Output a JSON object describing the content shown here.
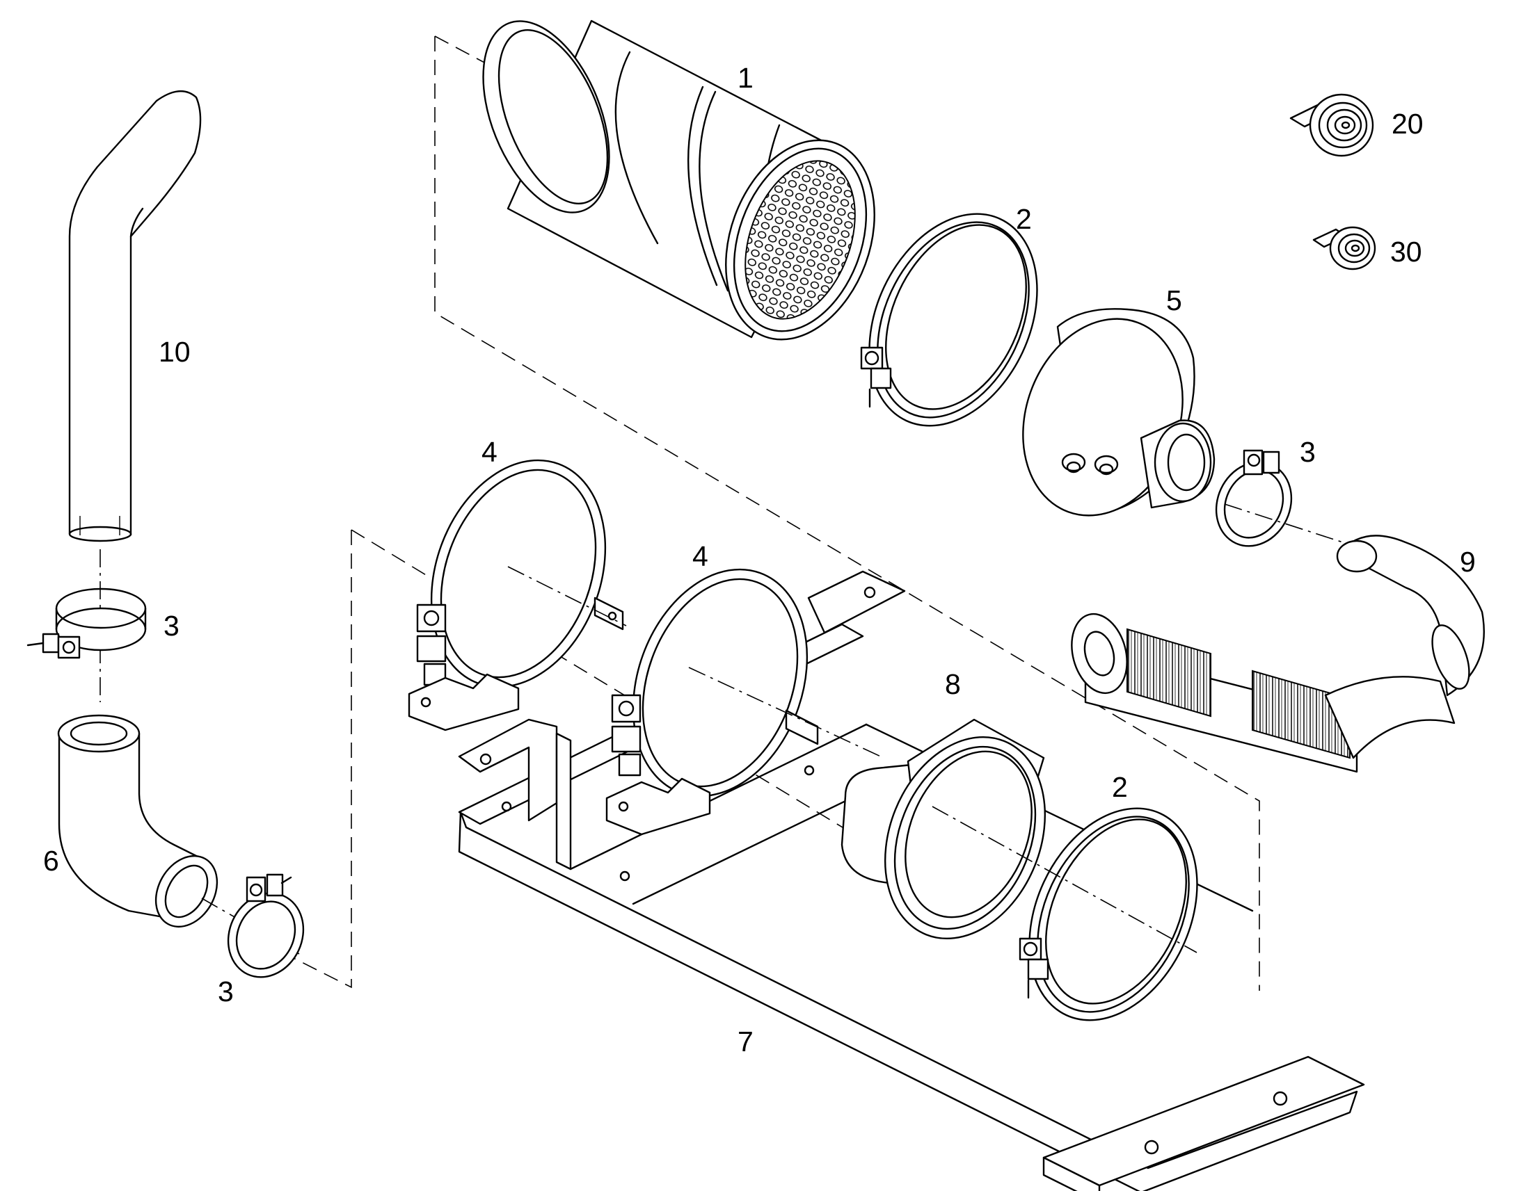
{
  "callouts": {
    "c1": "1",
    "c2a": "2",
    "c2b": "2",
    "c3a": "3",
    "c3b": "3",
    "c3c": "3",
    "c4a": "4",
    "c4b": "4",
    "c5": "5",
    "c6": "6",
    "c7": "7",
    "c8": "8",
    "c9": "9",
    "c10": "10",
    "c20": "20",
    "c30": "30"
  }
}
